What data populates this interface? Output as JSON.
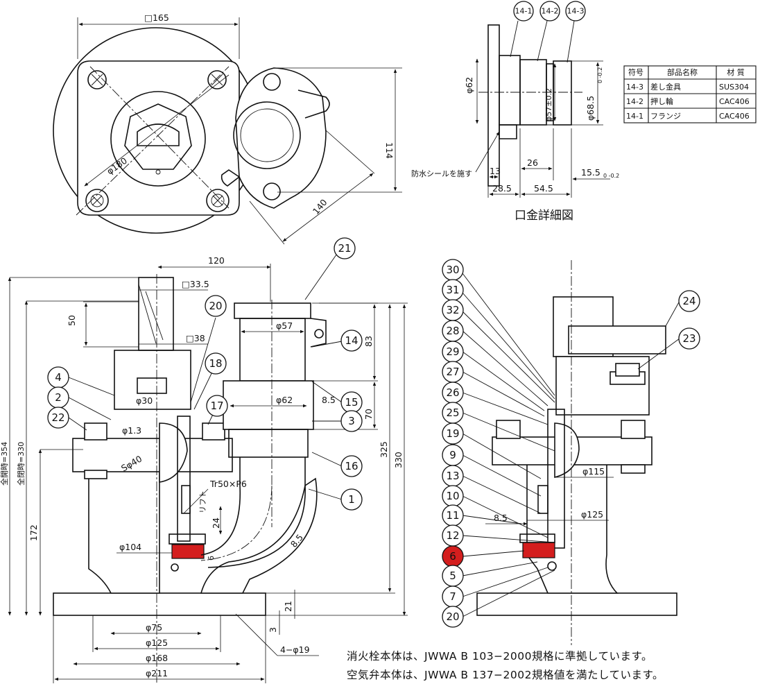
{
  "top_view": {
    "square_size": "□165",
    "dia_180": "φ180",
    "dim_114": "114",
    "dim_140": "140"
  },
  "detail": {
    "parts": [
      "14-1",
      "14-2",
      "14-3"
    ],
    "dia_62": "φ62",
    "dia_57": "φ57±0.2",
    "dia_68": "φ68.5",
    "dia_68_tol": "0 -0.2",
    "dim_13": "13",
    "dim_26": "26",
    "dim_155": "15.5",
    "dim_155_tol": "0 -0.2",
    "dim_285": "28.5",
    "dim_545": "54.5",
    "seal_note": "防水シールを施す",
    "title": "口金詳細図"
  },
  "parts_table": {
    "headers": [
      "符号",
      "部品名称",
      "材 質"
    ],
    "rows": [
      [
        "14-3",
        "差し金具",
        "SUS304"
      ],
      [
        "14-2",
        "押し輪",
        "CAC406"
      ],
      [
        "14-1",
        "フランジ",
        "CAC406"
      ]
    ]
  },
  "section_view": {
    "dim_120": "120",
    "dim_33": "□33.5",
    "dim_50": "50",
    "dim_38": "□38",
    "dia_30": "φ30",
    "dia_13": "φ1.3",
    "sphere_40": "Sφ40",
    "full_open_354": "全開時=354",
    "full_close_330": "全閉時=330",
    "dim_172": "172",
    "dia_104": "φ104",
    "thread": "Tr50×P6",
    "lift": "リフト",
    "dim_24": "24",
    "dim_6": "6",
    "dia_57": "φ57",
    "dia_62": "φ62",
    "dim_85": "8.5",
    "dim_83": "83",
    "dim_70": "70",
    "dim_325": "325",
    "dim_330": "330",
    "dim_85b": "8.5",
    "dim_21": "21",
    "dim_3": "3",
    "dia_75": "φ75",
    "dia_125": "φ125",
    "dia_168": "φ168",
    "dia_211": "φ211",
    "holes": "4−φ19",
    "balloons": [
      "21",
      "20",
      "18",
      "17",
      "14",
      "15",
      "3",
      "16",
      "1",
      "4",
      "2",
      "22"
    ]
  },
  "right_view": {
    "dia_115": "φ115",
    "dim_85": "8.5",
    "dia_125": "φ125",
    "balloons": [
      "30",
      "31",
      "32",
      "28",
      "29",
      "27",
      "26",
      "25",
      "19",
      "9",
      "13",
      "10",
      "11",
      "12",
      "6",
      "5",
      "7",
      "20",
      "24",
      "23"
    ],
    "highlighted_balloon": "6"
  },
  "notes": [
    "消火栓本体は、JWWA B 103−2000規格に準拠しています。",
    "空気弁本体は、JWWA B 137−2002規格値を満たしています。"
  ],
  "colors": {
    "highlight": "#d41e1e",
    "line": "#111111",
    "background": "#ffffff"
  }
}
